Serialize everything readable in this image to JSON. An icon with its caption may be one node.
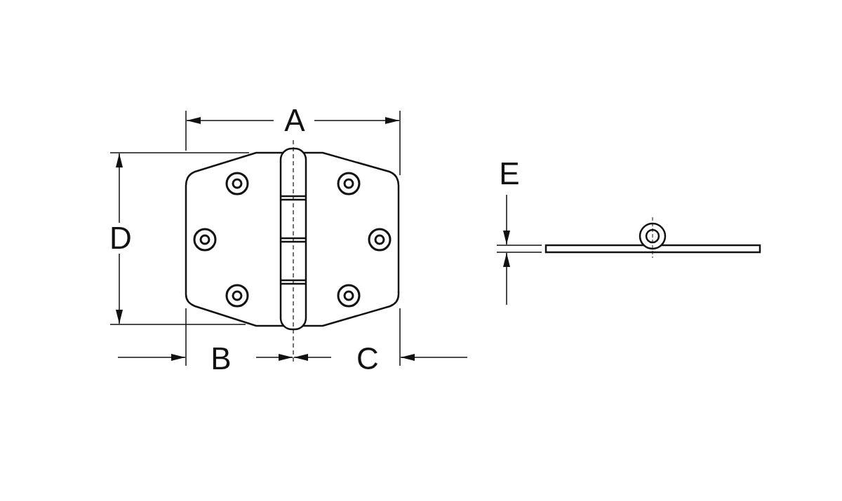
{
  "diagram": {
    "labels": [
      "A",
      "E",
      "D",
      "B",
      "C"
    ]
  }
}
